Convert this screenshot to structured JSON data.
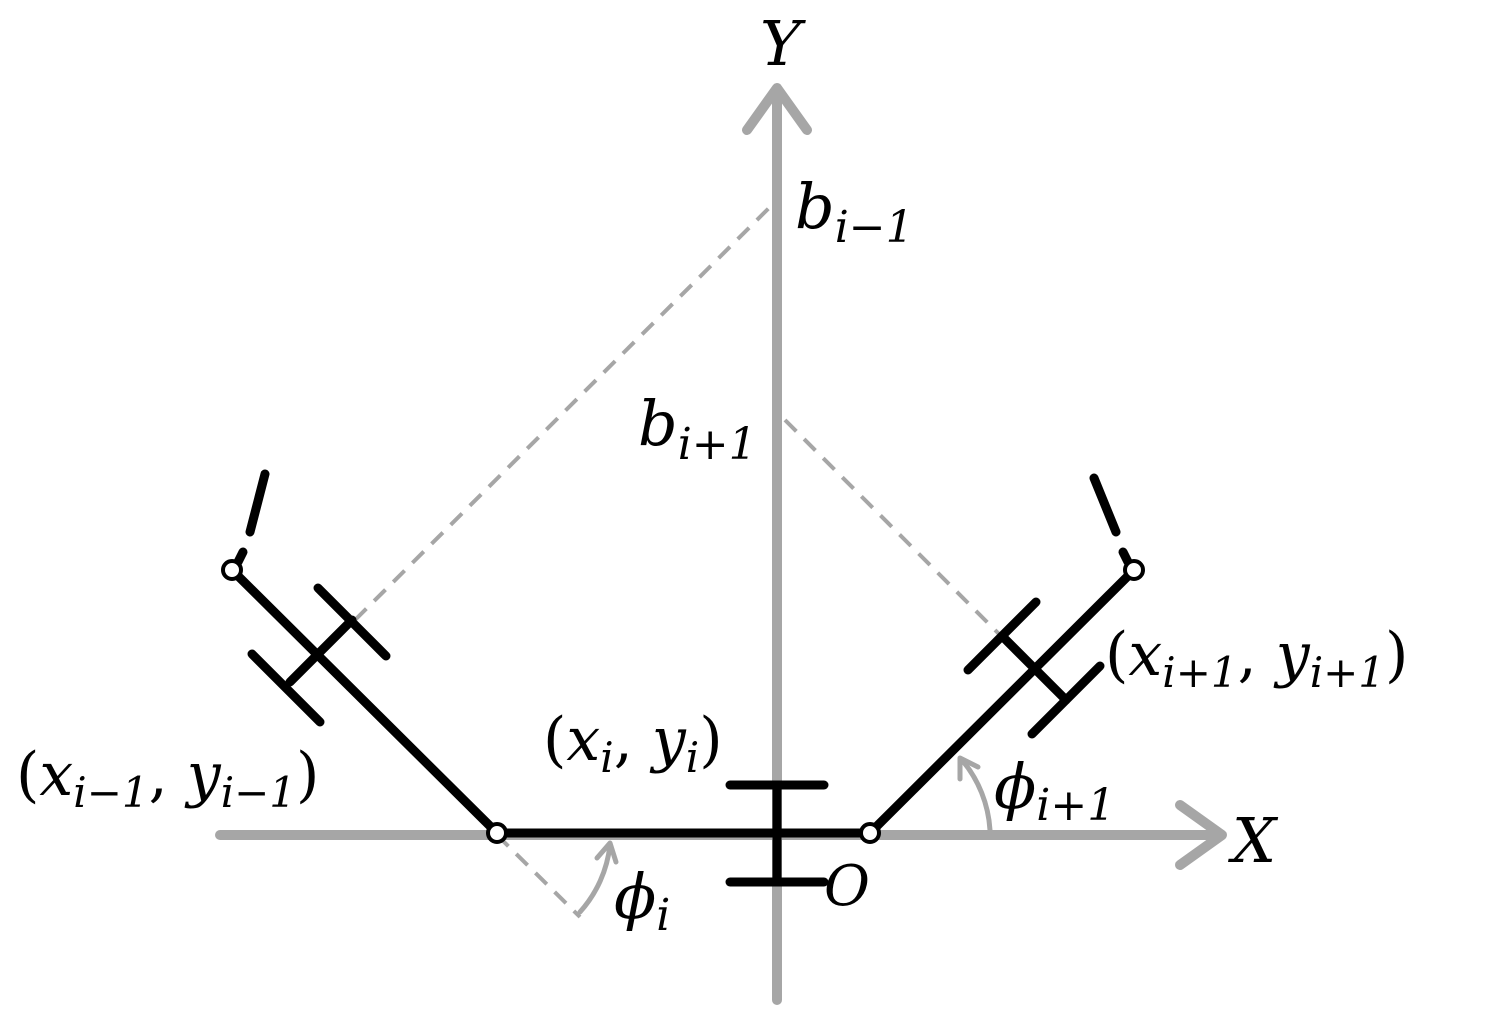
{
  "labels": {
    "y_axis": "Y",
    "x_axis": "X",
    "origin": "O",
    "b_prev": {
      "base": "b",
      "sub": "i−1"
    },
    "b_next": {
      "base": "b",
      "sub": "i+1"
    },
    "phi_i": {
      "base": "ϕ",
      "sub": "i"
    },
    "phi_next": {
      "base": "ϕ",
      "sub": "i+1"
    },
    "coord_i": {
      "open": "(",
      "x": "x",
      "x_sub": "i",
      "comma": ", ",
      "y": "y",
      "y_sub": "i",
      "close": ")"
    },
    "coord_prev": {
      "open": "(",
      "x": "x",
      "x_sub": "i−1",
      "comma": ", ",
      "y": "y",
      "y_sub": "i−1",
      "close": ")"
    },
    "coord_next": {
      "open": "(",
      "x": "x",
      "x_sub": "i+1",
      "comma": ", ",
      "y": "y",
      "y_sub": "i+1",
      "close": ")"
    }
  },
  "colors": {
    "axis": "#a6a6a6",
    "link": "#000000",
    "guide": "#a6a6a6",
    "joint_fill": "#ffffff",
    "joint_stroke": "#000000"
  }
}
